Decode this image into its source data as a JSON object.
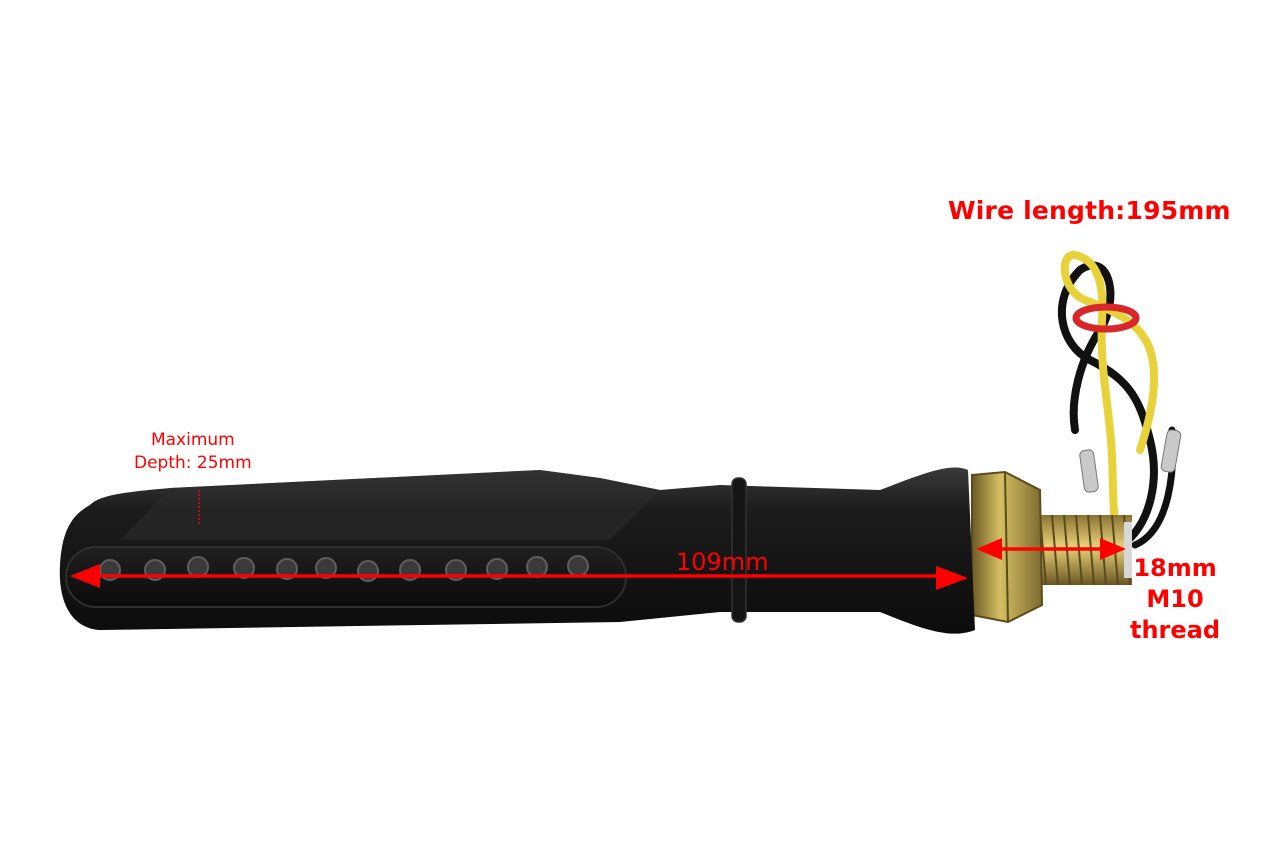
{
  "annotations": {
    "wire_length": "Wire length:195mm",
    "depth_line1": "Maximum",
    "depth_line2": "Depth: 25mm",
    "body_length": "109mm",
    "thread_line1": "18mm",
    "thread_line2": "M10",
    "thread_line3": "thread"
  },
  "colors": {
    "annotation": "#ff0000",
    "body": "#1a1a1a",
    "nut": "#b8a04a",
    "wire_yellow": "#e8d23a",
    "wire_black": "#111111",
    "band": "#d9262b"
  },
  "led_count": 12
}
